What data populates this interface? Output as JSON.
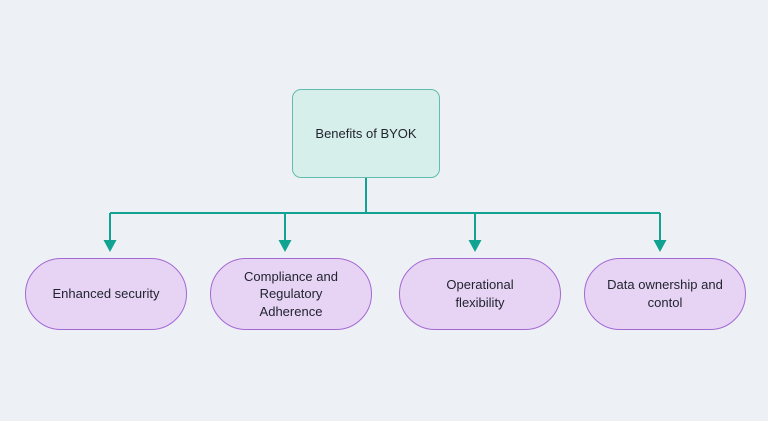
{
  "diagram": {
    "title": "Benefits of BYOK",
    "root": {
      "label": "Benefits of BYOK"
    },
    "children": [
      {
        "label": "Enhanced security"
      },
      {
        "label": "Compliance and Regulatory Adherence"
      },
      {
        "label": "Operational flexibility"
      },
      {
        "label": "Data ownership and contol"
      }
    ]
  },
  "colors": {
    "background": "#edf1f5",
    "root_fill": "#d7efeb",
    "root_border": "#62bcae",
    "child_fill": "#e7d4f5",
    "child_border": "#a468d3",
    "connector": "#10a392",
    "text": "#212430"
  }
}
